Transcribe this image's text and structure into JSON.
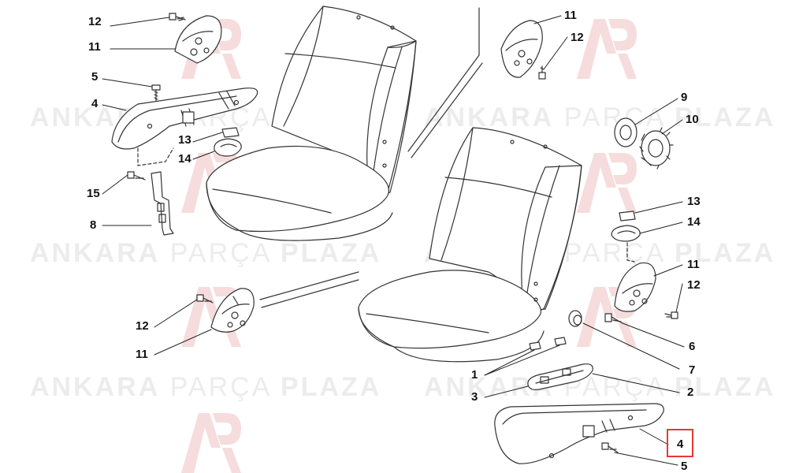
{
  "watermark": {
    "word1": "ANKARA",
    "word2": "PARÇA",
    "word3": "PLAZA"
  },
  "callouts": {
    "c12_tl": "12",
    "c11_tl": "11",
    "c5_tl": "5",
    "c4_tl": "4",
    "c13_l": "13",
    "c14_l": "14",
    "c15": "15",
    "c8": "8",
    "c12_bl": "12",
    "c11_bl": "11",
    "c11_tr": "11",
    "c12_tr": "12",
    "c9": "9",
    "c10": "10",
    "c13_r": "13",
    "c14_r": "14",
    "c11_r": "11",
    "c12_r": "12",
    "c6": "6",
    "c7": "7",
    "c1": "1",
    "c2": "2",
    "c3": "3",
    "c4_br": "4",
    "c5_br": "5"
  },
  "colors": {
    "line": "#333333",
    "highlight": "#e53935",
    "watermark": "#ececec"
  }
}
